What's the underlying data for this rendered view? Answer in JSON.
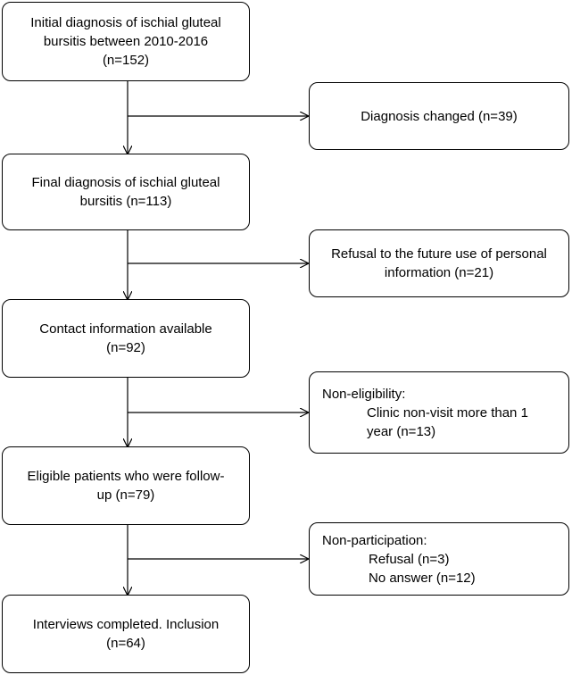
{
  "main_boxes": [
    {
      "lines": [
        "Initial diagnosis of ischial gluteal",
        "bursitis between 2010-2016",
        "(n=152)"
      ]
    },
    {
      "lines": [
        "Final diagnosis of ischial gluteal",
        "bursitis (n=113)"
      ]
    },
    {
      "lines": [
        "Contact information available",
        "(n=92)"
      ]
    },
    {
      "lines": [
        "Eligible patients who were follow-",
        "up (n=79)"
      ]
    },
    {
      "lines": [
        "Interviews completed. Inclusion",
        "(n=64)"
      ]
    }
  ],
  "side_boxes": [
    {
      "lines": [
        "Diagnosis changed (n=39)"
      ]
    },
    {
      "lines": [
        "Refusal to the future use of personal",
        "information (n=21)"
      ]
    },
    {
      "heading": "Non-eligibility:",
      "lines": [
        "Clinic non-visit more than 1",
        "year (n=13)"
      ]
    },
    {
      "heading": "Non-participation:",
      "lines": [
        "Refusal (n=3)",
        "No answer (n=12)"
      ]
    }
  ]
}
